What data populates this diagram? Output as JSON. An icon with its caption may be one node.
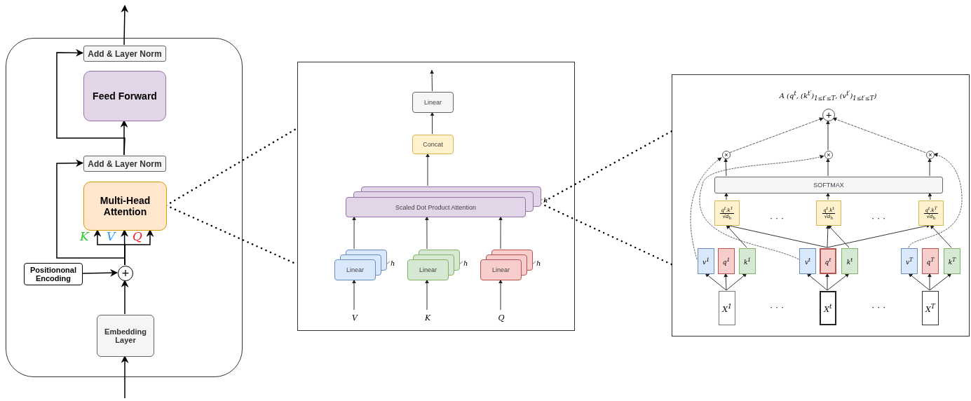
{
  "diagram": {
    "nodes": [
      {
        "text": [],
        "shape": "box"
      },
      {
        "text": [
          "Add & Layer Norm"
        ],
        "in": 0
      },
      {
        "text": [
          "Feed Forward"
        ],
        "in": 0
      },
      {
        "text": [
          "Add & Layer Norm"
        ],
        "in": 0
      },
      {
        "text": [
          "Multi-Head Attention"
        ],
        "in": 0
      },
      {
        "text": [
          "Positiononal Encoding"
        ],
        "in": 0
      },
      {
        "text": [
          "+"
        ],
        "in": 0
      },
      {
        "text": [
          "Embedding Layer"
        ],
        "in": 0
      },
      {
        "text": [],
        "shape": "box"
      },
      {
        "text": [
          "Linear"
        ],
        "in": 8
      },
      {
        "text": [
          "Concat"
        ],
        "in": 8
      },
      {
        "text": [
          "Scaled Dot Product Attention"
        ],
        "in": 8,
        "beside": [
          "h"
        ]
      },
      {
        "text": [
          "Linear"
        ],
        "in": 8,
        "beside": [
          "h"
        ]
      },
      {
        "text": [
          "Linear"
        ],
        "in": 8,
        "beside": [
          "h"
        ]
      },
      {
        "text": [
          "Linear"
        ],
        "in": 8,
        "beside": [
          "h"
        ]
      },
      {
        "text": [
          "V"
        ],
        "in": 8
      },
      {
        "text": [
          "K"
        ],
        "in": 8
      },
      {
        "text": [
          "Q"
        ],
        "in": 8
      },
      {
        "text": [],
        "shape": "box"
      },
      {
        "text": [
          "+"
        ],
        "in": 18,
        "beside": [
          "A (q$^{t}$, (k$^{t′}$)$_{1≤t′≤T}$, (v$^{t′}$)$_{1≤t′≤T}$)"
        ]
      },
      {
        "text": [
          "×"
        ],
        "in": 18
      },
      {
        "text": [
          "×"
        ],
        "in": 18
      },
      {
        "text": [
          "×"
        ],
        "in": 18
      },
      {
        "text": [
          "SOFTMAX"
        ],
        "in": 18
      },
      {
        "text": [
          "q$^{t}$.k$^{1}$",
          "√d$_{h}$"
        ],
        "in": 18
      },
      {
        "text": [
          "q$^{t}$.k$^{t}$",
          "√d$_{h}$"
        ],
        "in": 18
      },
      {
        "text": [
          "q$^{t}$.k$^{T}$",
          "√d$_{h}$"
        ],
        "in": 18
      },
      {
        "text": [
          "v$^{1}$"
        ],
        "in": 18
      },
      {
        "text": [
          "q$^{1}$"
        ],
        "in": 18
      },
      {
        "text": [
          "k$^{1}$"
        ],
        "in": 18
      },
      {
        "text": [
          "v$^{t}$"
        ],
        "in": 18
      },
      {
        "text": [
          "q$^{t}$"
        ],
        "in": 18
      },
      {
        "text": [
          "k$^{t}$"
        ],
        "in": 18
      },
      {
        "text": [
          "v$^{T}$"
        ],
        "in": 18
      },
      {
        "text": [
          "q$^{T}$"
        ],
        "in": 18
      },
      {
        "text": [
          "k$^{T}$"
        ],
        "in": 18
      },
      {
        "text": [
          "X$^{1}$"
        ],
        "in": 18
      },
      {
        "text": [
          "X$^{t}$"
        ],
        "in": 18
      },
      {
        "text": [
          "X$^{T}$"
        ],
        "in": 18
      }
    ],
    "edges": [
      {
        "from": 1,
        "to": null,
        "arrow": "to"
      },
      {
        "from": 3,
        "to": 2,
        "arrow": "to"
      },
      {
        "from": 3,
        "to": 1,
        "arrow": "to"
      },
      {
        "from": 6,
        "to": 4,
        "arrow": "to",
        "label": "K"
      },
      {
        "from": 6,
        "to": 4,
        "arrow": "to",
        "label": "V"
      },
      {
        "from": 6,
        "to": 4,
        "arrow": "to",
        "label": "Q"
      },
      {
        "from": 6,
        "to": 3,
        "arrow": "to"
      },
      {
        "from": 5,
        "to": 6,
        "arrow": "to"
      },
      {
        "from": 7,
        "to": 6,
        "arrow": "to"
      },
      {
        "from": null,
        "to": 7,
        "arrow": "to"
      },
      {
        "from": 4,
        "to": 8,
        "arrow": "none",
        "style": "dashed"
      },
      {
        "from": 4,
        "to": 8,
        "arrow": "none",
        "style": "dashed"
      },
      {
        "from": 15,
        "to": 12,
        "arrow": "to"
      },
      {
        "from": 16,
        "to": 13,
        "arrow": "to"
      },
      {
        "from": 17,
        "to": 14,
        "arrow": "to"
      },
      {
        "from": 12,
        "to": 11,
        "arrow": "to"
      },
      {
        "from": 13,
        "to": 11,
        "arrow": "to"
      },
      {
        "from": 14,
        "to": 11,
        "arrow": "to"
      },
      {
        "from": 11,
        "to": 10,
        "arrow": "to"
      },
      {
        "from": 10,
        "to": 9,
        "arrow": "to"
      },
      {
        "from": 9,
        "to": null,
        "arrow": "to"
      },
      {
        "from": 11,
        "to": 18,
        "arrow": "none",
        "style": "dashed"
      },
      {
        "from": 11,
        "to": 18,
        "arrow": "none",
        "style": "dashed"
      },
      {
        "from": 36,
        "to": 27,
        "arrow": "to"
      },
      {
        "from": 36,
        "to": 28,
        "arrow": "to"
      },
      {
        "from": 36,
        "to": 29,
        "arrow": "to"
      },
      {
        "from": 37,
        "to": 30,
        "arrow": "to"
      },
      {
        "from": 37,
        "to": 31,
        "arrow": "to"
      },
      {
        "from": 37,
        "to": 32,
        "arrow": "to"
      },
      {
        "from": 38,
        "to": 33,
        "arrow": "to"
      },
      {
        "from": 38,
        "to": 34,
        "arrow": "to"
      },
      {
        "from": 38,
        "to": 35,
        "arrow": "to"
      },
      {
        "from": 29,
        "to": 24,
        "arrow": "to"
      },
      {
        "from": 31,
        "to": 24,
        "arrow": "to"
      },
      {
        "from": 31,
        "to": 25,
        "arrow": "to"
      },
      {
        "from": 32,
        "to": 25,
        "arrow": "to"
      },
      {
        "from": 31,
        "to": 26,
        "arrow": "to"
      },
      {
        "from": 35,
        "to": 26,
        "arrow": "to"
      },
      {
        "from": 24,
        "to": 23,
        "arrow": "to"
      },
      {
        "from": 25,
        "to": 23,
        "arrow": "to"
      },
      {
        "from": 26,
        "to": 23,
        "arrow": "to"
      },
      {
        "from": 23,
        "to": 20,
        "arrow": "to"
      },
      {
        "from": 23,
        "to": 21,
        "arrow": "to"
      },
      {
        "from": 23,
        "to": 22,
        "arrow": "to"
      },
      {
        "from": 27,
        "to": 20,
        "arrow": "to",
        "style": "dashed"
      },
      {
        "from": 30,
        "to": 21,
        "arrow": "to",
        "style": "dashed"
      },
      {
        "from": 33,
        "to": 22,
        "arrow": "to",
        "style": "dashed"
      },
      {
        "from": 20,
        "to": 19,
        "arrow": "to",
        "style": "dashed"
      },
      {
        "from": 21,
        "to": 19,
        "arrow": "to"
      },
      {
        "from": 22,
        "to": 19,
        "arrow": "to",
        "style": "dashed"
      }
    ],
    "labels": [
      "· · ·",
      "· · ·",
      "· · ·",
      "· · ·"
    ]
  }
}
